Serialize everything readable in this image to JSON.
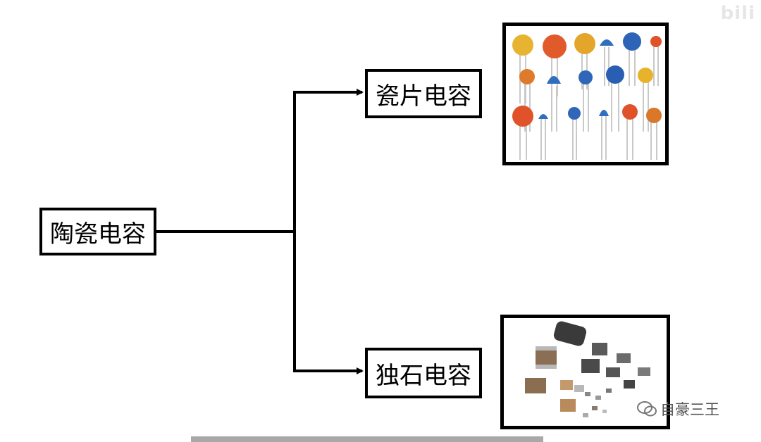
{
  "diagram": {
    "root": "陶瓷电容",
    "children": [
      {
        "label": "瓷片电容",
        "image": "disc-ceramic-capacitors-photo"
      },
      {
        "label": "独石电容",
        "image": "multilayer-ceramic-capacitors-photo"
      }
    ]
  },
  "overlay": {
    "watermark": "bili",
    "brand_icon": "wechat-icon",
    "brand_text": "自豪三王"
  }
}
